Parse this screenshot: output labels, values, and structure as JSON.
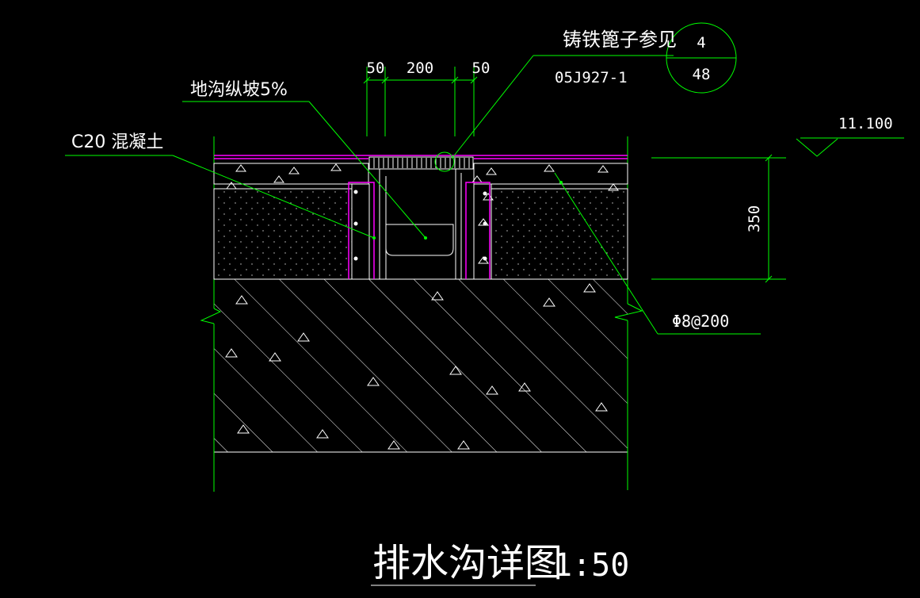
{
  "drawing": {
    "title": "排水沟详图",
    "scale": "1:50"
  },
  "dimensions": {
    "left_width": "50",
    "center_width": "200",
    "right_width": "50",
    "depth": "350"
  },
  "labels": {
    "slope_note": "地沟纵坡5%",
    "concrete_note": "C20  混凝土",
    "grate_note": "铸铁篦子参见",
    "grate_ref_code": "05J927-1",
    "ref_top": "4",
    "ref_bottom": "48",
    "elevation": "11.100",
    "rebar_note": "Φ8@200"
  },
  "colors": {
    "background": "#000000",
    "outline": "#ffffff",
    "leader": "#00ff00",
    "waterproof": "#ff00ff"
  }
}
